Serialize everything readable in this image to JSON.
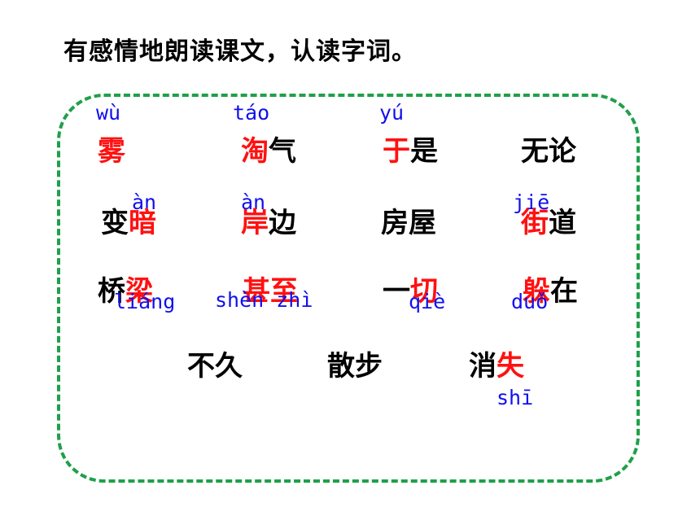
{
  "title": "有感情地朗读课文，认读字词。",
  "rows": [
    [
      {
        "pre": "",
        "red": "雾",
        "post": "",
        "pinyin": "wù"
      },
      {
        "pre": "",
        "red": "淘",
        "post": "气",
        "pinyin": "táo"
      },
      {
        "pre": "",
        "red": "于",
        "post": "是",
        "pinyin": "yú"
      },
      {
        "pre": "",
        "red": "",
        "post": "无论",
        "pinyin": ""
      }
    ],
    [
      {
        "pre": "变",
        "red": "暗",
        "post": "",
        "pinyin": "àn"
      },
      {
        "pre": "",
        "red": "岸",
        "post": "边",
        "pinyin": "àn"
      },
      {
        "pre": "",
        "red": "",
        "post": "房屋",
        "pinyin": ""
      },
      {
        "pre": "",
        "red": "街",
        "post": "道",
        "pinyin": "jiē"
      }
    ],
    [
      {
        "pre": "桥",
        "red": "梁",
        "post": "",
        "pinyin": "liáng"
      },
      {
        "pre": "",
        "red": "甚至",
        "post": "",
        "pinyin": "shèn zhì"
      },
      {
        "pre": "一",
        "red": "切",
        "post": "",
        "pinyin": "qiè"
      },
      {
        "pre": "",
        "red": "躲",
        "post": "在",
        "pinyin": "duǒ"
      }
    ],
    [
      {
        "pre": "",
        "red": "",
        "post": "不久",
        "pinyin": ""
      },
      {
        "pre": "",
        "red": "",
        "post": "散步",
        "pinyin": ""
      },
      {
        "pre": "消",
        "red": "失",
        "post": "",
        "pinyin": "shī"
      }
    ]
  ],
  "colors": {
    "highlight": "#ff1111",
    "pinyin": "#1010ee",
    "border": "#1fa04a"
  }
}
